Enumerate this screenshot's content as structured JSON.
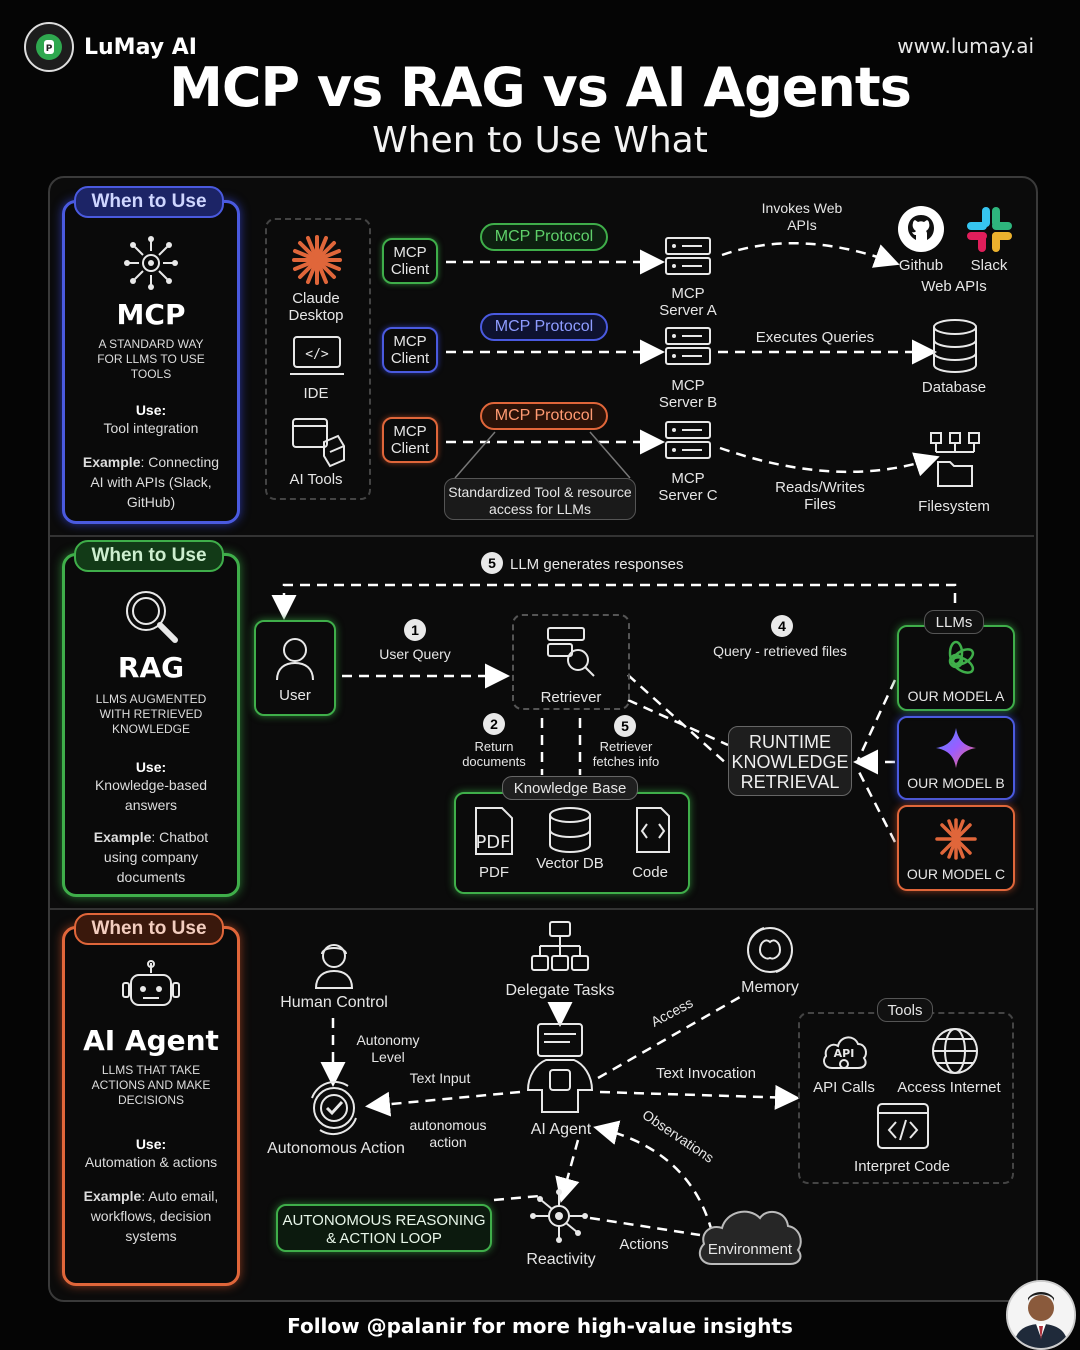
{
  "brand": {
    "name": "LuMay AI",
    "website": "www.lumay.ai"
  },
  "header": {
    "title": "MCP vs RAG vs AI Agents",
    "subtitle": "When to Use What"
  },
  "sections": {
    "mcp": {
      "badge": "When to Use",
      "name": "MCP",
      "description": "A STANDARD WAY FOR LLMs TO USE TOOLS",
      "use_label": "Use:",
      "use_text": "Tool integration",
      "example_label": "Example",
      "example_text": ": Connecting AI with APIs (Slack, GitHub)",
      "color": "#4a5adf"
    },
    "rag": {
      "badge": "When to Use",
      "name": "RAG",
      "description": "LLMs AUGMENTED WITH RETRIEVED KNOWLEDGE",
      "use_label": "Use:",
      "use_text": "Knowledge-based answers",
      "example_label": "Example",
      "example_text": ": Chatbot using company documents",
      "color": "#3fae4a"
    },
    "agent": {
      "badge": "When to Use",
      "name": "AI Agent",
      "description": "LLMs THAT TAKE ACTIONS AND MAKE DECISIONS",
      "use_label": "Use:",
      "use_text": "Automation & actions",
      "example_label": "Example",
      "example_text": ": Auto email, workflows, decision systems",
      "color": "#e0663a"
    }
  },
  "mcp_diagram": {
    "hosts": [
      "Claude Desktop",
      "IDE",
      "AI Tools"
    ],
    "client_label": "MCP Client",
    "protocol_label": "MCP Protocol",
    "servers": [
      "MCP Server A",
      "MCP Server B",
      "MCP Server C"
    ],
    "edge_labels": [
      "Invokes Web APIs",
      "Executes Queries",
      "Reads/Writes Files"
    ],
    "targets": {
      "github": "Github",
      "slack": "Slack",
      "web_apis": "Web APIs",
      "database": "Database",
      "filesystem": "Filesystem"
    },
    "note": "Standardized Tool & resource access for LLMs",
    "colors": {
      "green": "#3fae4a",
      "blue": "#4a5adf",
      "orange": "#e0663a"
    }
  },
  "rag_diagram": {
    "step5_top": "LLM generates responses",
    "user": "User",
    "step1": "User Query",
    "retriever": "Retriever",
    "step2": "Return documents",
    "step5b": "Retriever fetches info",
    "step4": "Query - retrieved files",
    "knowledge_base": "Knowledge Base",
    "kb_items": [
      "PDF",
      "Vector DB",
      "Code"
    ],
    "pdf_glyph": "PDF",
    "runtime": "RUNTIME KNOWLEDGE RETRIEVAL",
    "llms_label": "LLMs",
    "models": [
      "OUR MODEL A",
      "OUR MODEL B",
      "OUR MODEL C"
    ],
    "nums": [
      "1",
      "2",
      "4",
      "5",
      "5"
    ]
  },
  "agent_diagram": {
    "human_control": "Human Control",
    "autonomy_level": "Autonomy Level",
    "text_input": "Text Input",
    "autonomous_action": "Autonomous Action",
    "autonomous_action_edge": "autonomous action",
    "delegate_tasks": "Delegate Tasks",
    "memory": "Memory",
    "access": "Access",
    "text_invocation": "Text Invocation",
    "ai_agent": "AI Agent",
    "observations": "Observations",
    "tools_label": "Tools",
    "tools": [
      "API Calls",
      "Access Internet",
      "Interpret Code"
    ],
    "api_glyph": "API",
    "loop": "AUTONOMOUS REASONING & ACTION LOOP",
    "reactivity": "Reactivity",
    "actions": "Actions",
    "environment": "Environment"
  },
  "footer": {
    "text": "Follow @palanir for more high-value insights"
  }
}
